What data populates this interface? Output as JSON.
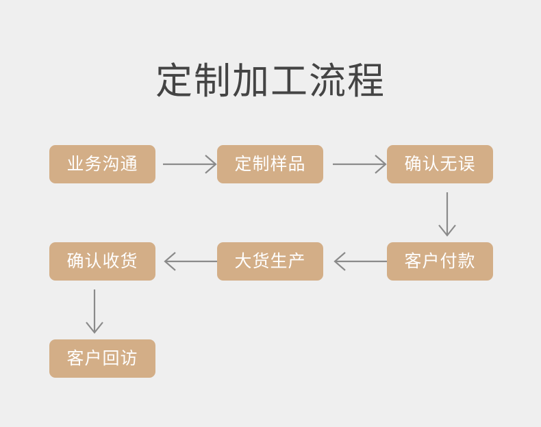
{
  "page": {
    "title": "定制加工流程",
    "background_color": "#efefef",
    "title_color": "#444444",
    "node_fill_color": "#d3ae87",
    "node_text_color": "#ffffff",
    "arrow_color": "#8a8a8a"
  },
  "flow": {
    "type": "process-flowchart",
    "direction": "serpentine",
    "nodes": [
      {
        "id": "n1",
        "label": "业务沟通",
        "row": 1,
        "column": 1
      },
      {
        "id": "n2",
        "label": "定制样品",
        "row": 1,
        "column": 2
      },
      {
        "id": "n3",
        "label": "确认无误",
        "row": 1,
        "column": 3
      },
      {
        "id": "n4",
        "label": "客户付款",
        "row": 2,
        "column": 3
      },
      {
        "id": "n5",
        "label": "大货生产",
        "row": 2,
        "column": 2
      },
      {
        "id": "n6",
        "label": "确认收货",
        "row": 2,
        "column": 1
      },
      {
        "id": "n7",
        "label": "客户回访",
        "row": 3,
        "column": 1
      }
    ],
    "arrows": [
      {
        "id": "a1",
        "from": "n1",
        "to": "n2",
        "direction": "right"
      },
      {
        "id": "a2",
        "from": "n2",
        "to": "n3",
        "direction": "right"
      },
      {
        "id": "a3",
        "from": "n3",
        "to": "n4",
        "direction": "down"
      },
      {
        "id": "a4",
        "from": "n4",
        "to": "n5",
        "direction": "left"
      },
      {
        "id": "a5",
        "from": "n5",
        "to": "n6",
        "direction": "left"
      },
      {
        "id": "a6",
        "from": "n6",
        "to": "n7",
        "direction": "down"
      }
    ]
  }
}
